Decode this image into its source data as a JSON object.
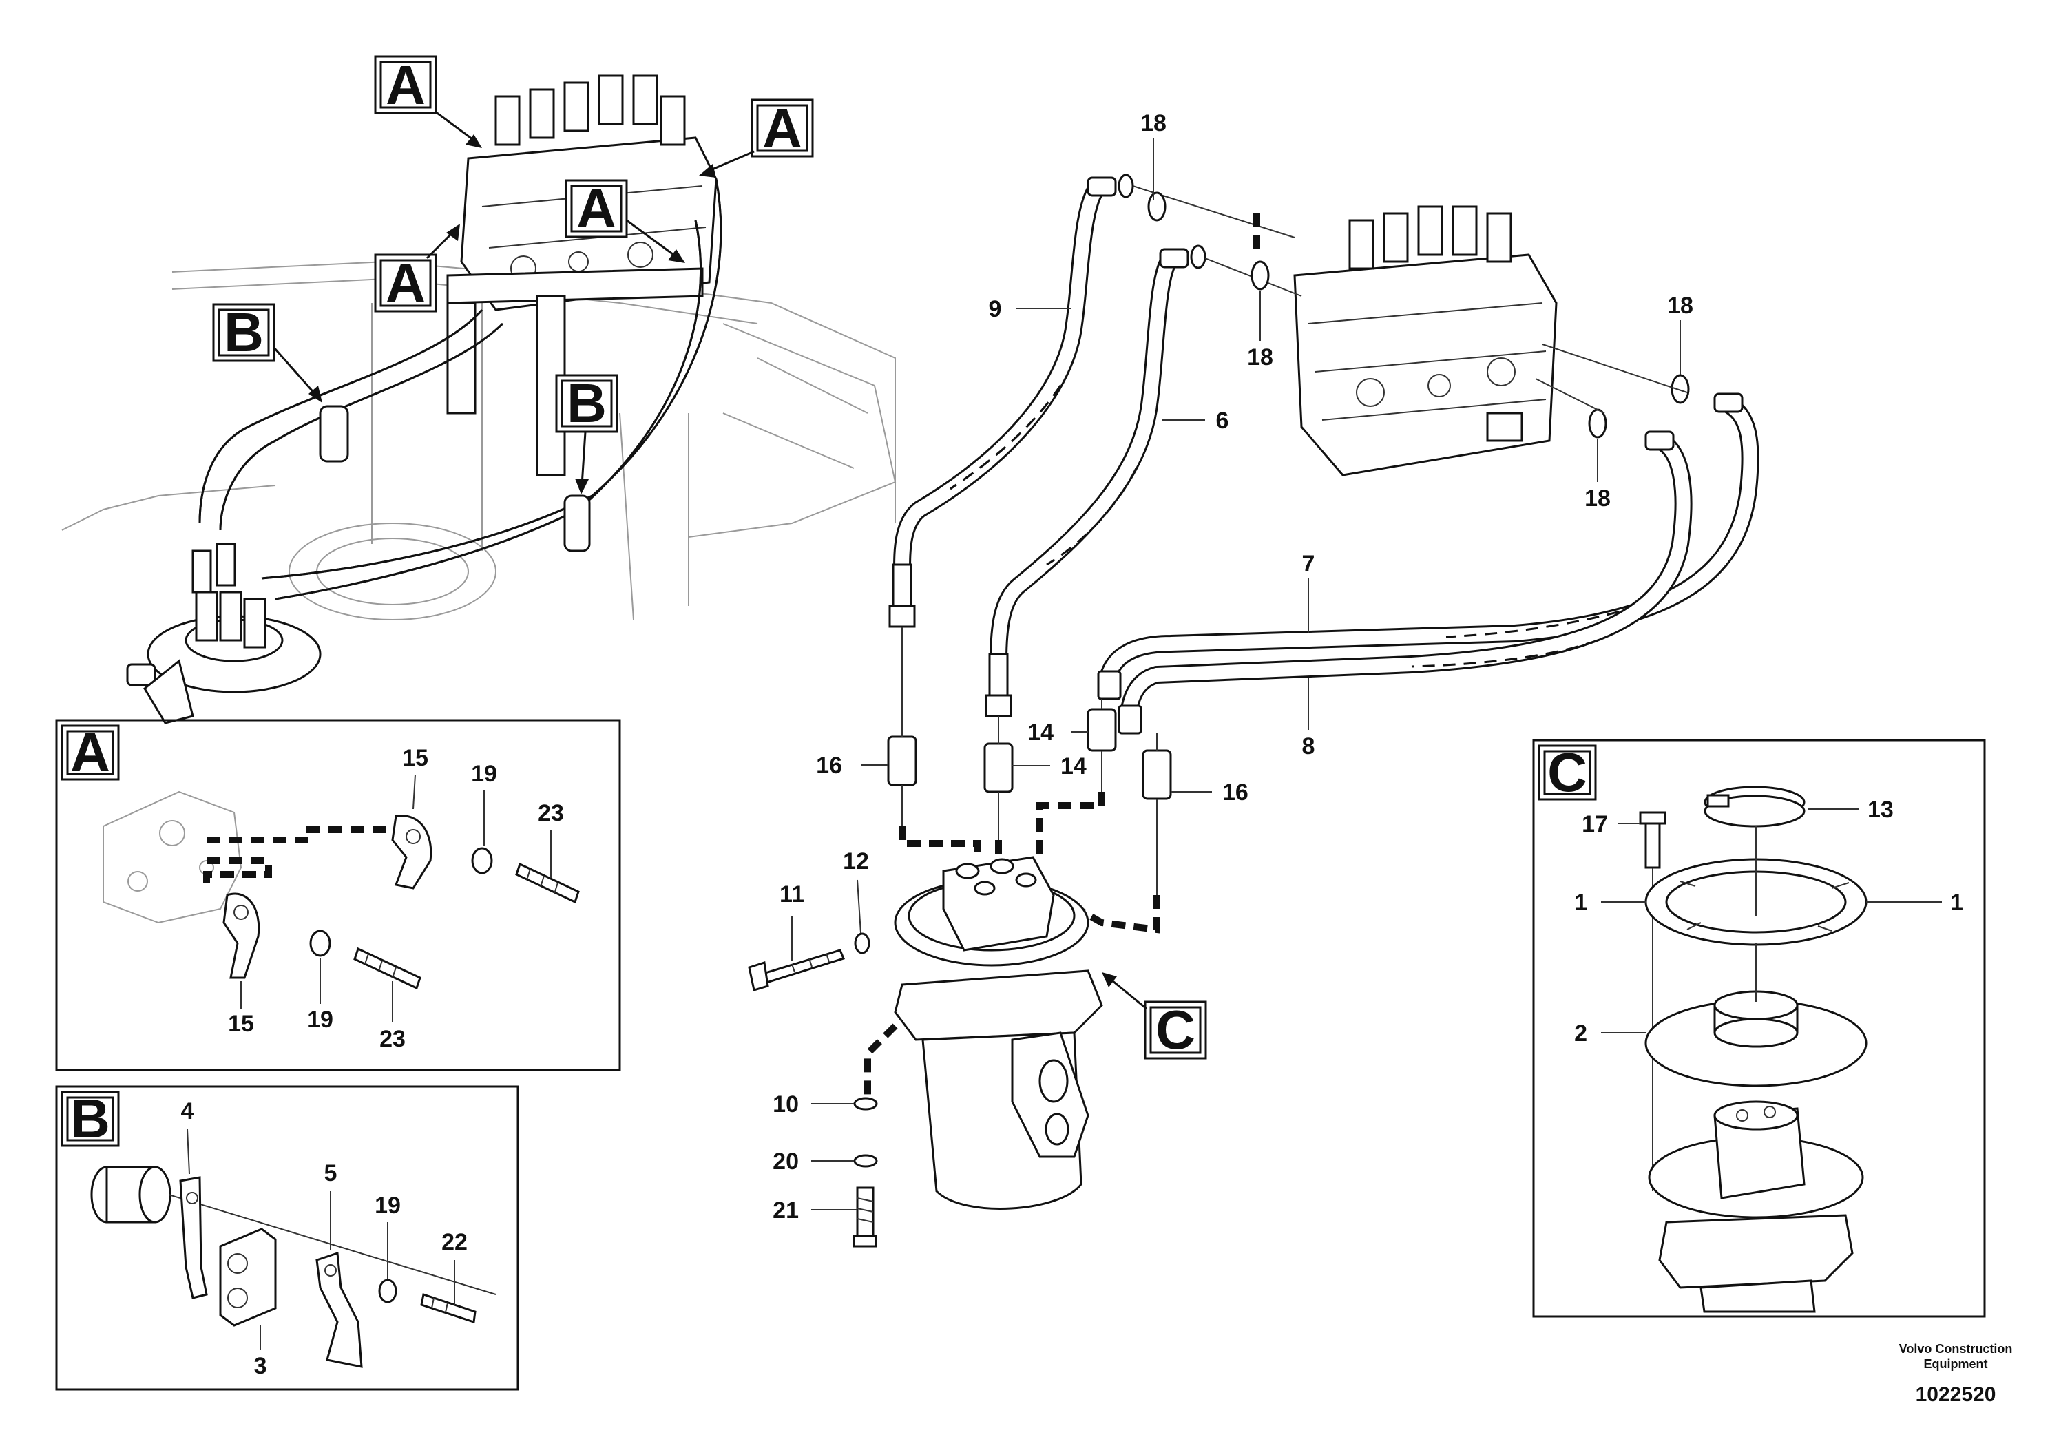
{
  "callouts": {
    "overview_a": "A",
    "overview_b": "B",
    "detail_a": "A",
    "detail_b": "B",
    "detail_c": "C",
    "swivel_c": "C"
  },
  "part_labels": {
    "p1": "1",
    "p2": "2",
    "p3": "3",
    "p4": "4",
    "p5": "5",
    "p6": "6",
    "p7": "7",
    "p8": "8",
    "p9": "9",
    "p10": "10",
    "p11": "11",
    "p12": "12",
    "p13": "13",
    "p14": "14",
    "p15": "15",
    "p16": "16",
    "p17": "17",
    "p18": "18",
    "p19": "19",
    "p20": "20",
    "p21": "21",
    "p22": "22",
    "p23": "23"
  },
  "footer": {
    "brand_line1": "Volvo Construction",
    "brand_line2": "Equipment",
    "drawing_number": "1022520"
  }
}
